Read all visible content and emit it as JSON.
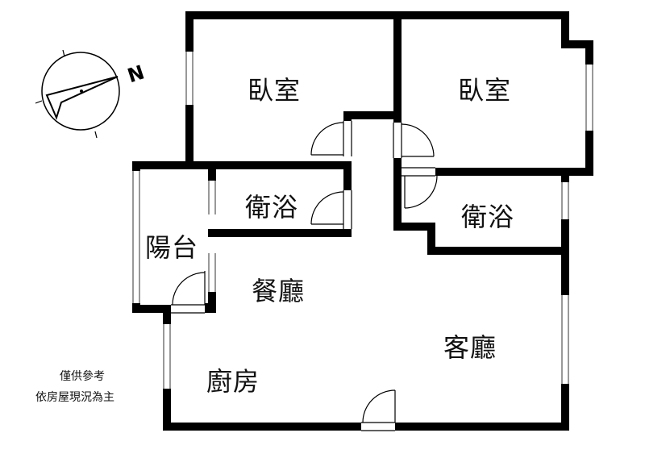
{
  "rooms": {
    "bedroom_1": "臥室",
    "bedroom_2": "臥室",
    "bathroom_1": "衛浴",
    "bathroom_2": "衛浴",
    "balcony": "陽台",
    "dining_room": "餐廳",
    "living_room": "客廳",
    "kitchen": "廚房"
  },
  "compass": {
    "north_label": "N"
  },
  "disclaimer": {
    "line1": "僅供參考",
    "line2": "依房屋現況為主"
  }
}
